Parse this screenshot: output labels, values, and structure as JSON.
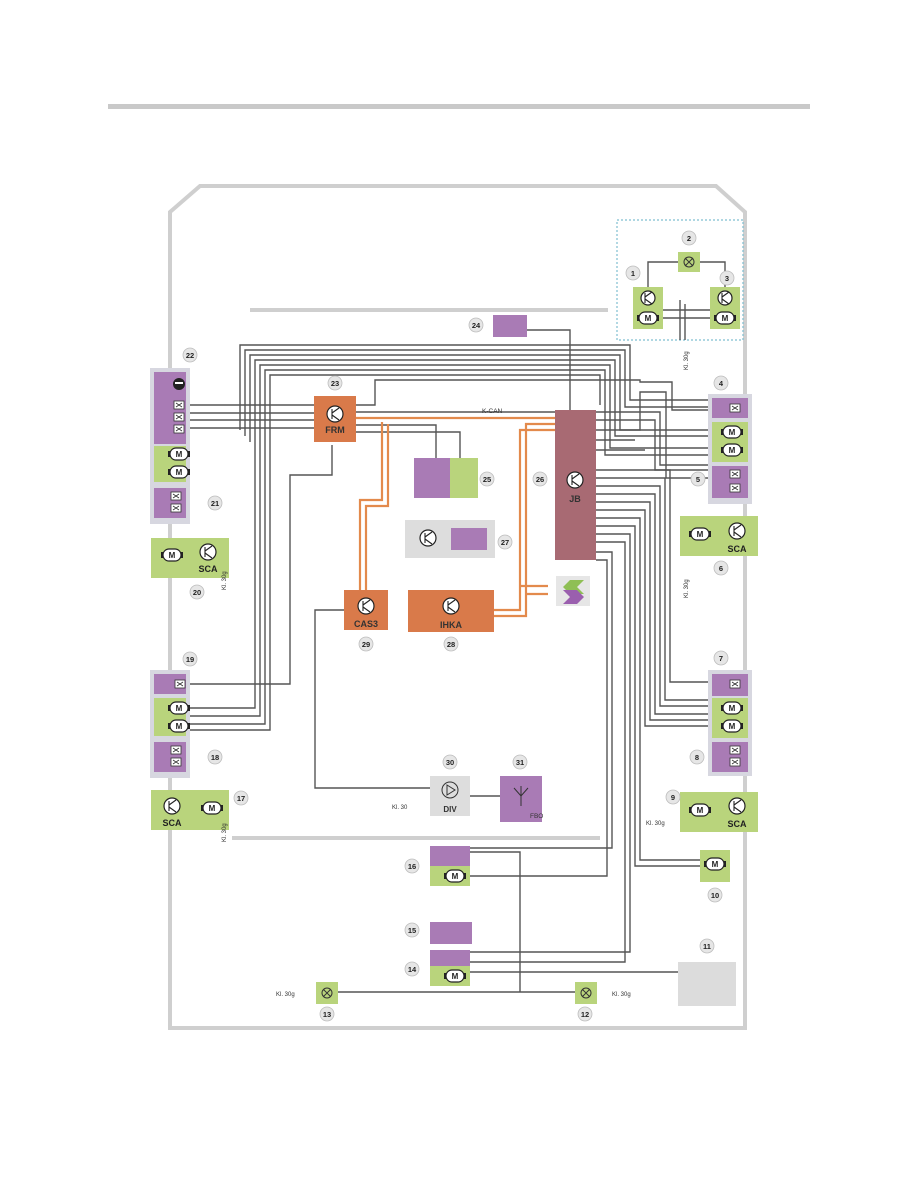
{
  "diagram": {
    "bus_label": "K-CAN",
    "components": {
      "frm": "FRM",
      "jb": "JB",
      "cas3": "CAS3",
      "ihka": "IHKA",
      "div": "DIV",
      "fbo": "FBO",
      "sca": "SCA",
      "motor": "M"
    },
    "terminals": {
      "kl30g": "Kl. 30g",
      "kl30": "Kl. 30"
    },
    "numbers": [
      "1",
      "2",
      "3",
      "4",
      "5",
      "6",
      "7",
      "8",
      "9",
      "10",
      "11",
      "12",
      "13",
      "14",
      "15",
      "16",
      "17",
      "18",
      "19",
      "20",
      "21",
      "22",
      "23",
      "24",
      "25",
      "26",
      "27",
      "28",
      "29",
      "30",
      "31"
    ]
  },
  "colors": {
    "purple": "#a97bb5",
    "green": "#b9d47c",
    "orange": "#d97a4a",
    "jb": "#a86a73",
    "frame": "#c8c8c8",
    "wire": "#555555",
    "can": "#e38a4c"
  }
}
